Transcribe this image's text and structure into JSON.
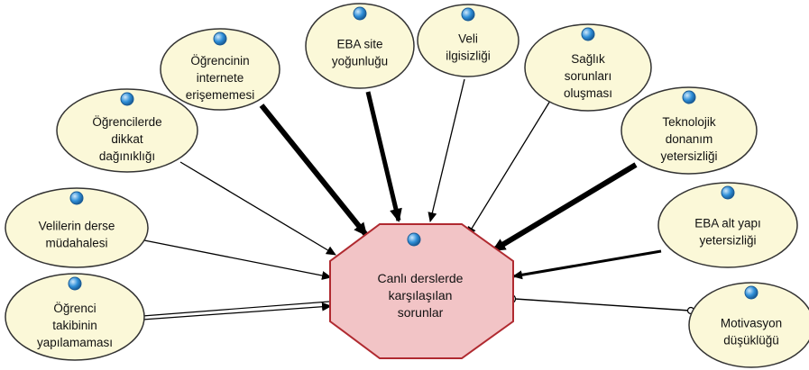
{
  "center": {
    "lines": [
      "Canlı derslerde",
      "karşılaşılan",
      "sorunlar"
    ],
    "fill": "#f2c4c6",
    "stroke": "#b02a30"
  },
  "node_style": {
    "fill": "#fbf8d8",
    "stroke": "#333333",
    "icon": "blue-circle-icon",
    "icon_color": "#2f8fd8"
  },
  "nodes": [
    {
      "id": "ogrencinin-internete",
      "lines": [
        "Öğrencinin",
        "internete",
        "erişememesi"
      ],
      "link": "thick"
    },
    {
      "id": "eba-site",
      "lines": [
        "EBA site",
        "yoğunluğu"
      ],
      "link": "thick"
    },
    {
      "id": "veli-ilgisizligi",
      "lines": [
        "Veli",
        "ilgisizliği"
      ],
      "link": "thin"
    },
    {
      "id": "saglik-sorunlari",
      "lines": [
        "Sağlık",
        "sorunları",
        "oluşması"
      ],
      "link": "thin"
    },
    {
      "id": "ogrencilerde-dikkat",
      "lines": [
        "Öğrencilerde",
        "dikkat",
        "dağınıklığı"
      ],
      "link": "thin"
    },
    {
      "id": "teknolojik-donanim",
      "lines": [
        "Teknolojik",
        "donanım",
        "yetersizliği"
      ],
      "link": "thick"
    },
    {
      "id": "velilerin-derse",
      "lines": [
        "Velilerin derse",
        "müdahalesi"
      ],
      "link": "thin"
    },
    {
      "id": "eba-alt-yapi",
      "lines": [
        "EBA alt yapı",
        "yetersizliği"
      ],
      "link": "medium"
    },
    {
      "id": "ogrenci-takibinin",
      "lines": [
        "Öğrenci",
        "takibinin",
        "yapılamaması"
      ],
      "link": "double"
    },
    {
      "id": "motivasyon",
      "lines": [
        "Motivasyon",
        "düşüklüğü"
      ],
      "link": "circle"
    }
  ]
}
